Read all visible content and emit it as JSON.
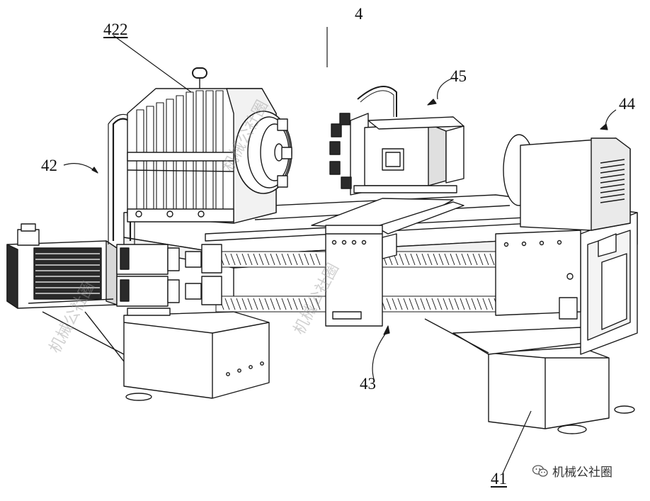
{
  "figure": {
    "labels": {
      "assembly": "4",
      "spindle_box": "422",
      "drive": "42",
      "turret": "45",
      "tailstock": "44",
      "slide": "43",
      "base": "41"
    },
    "watermarks": {
      "diagonal": "机械公社圈",
      "brand": "机械公社圈"
    }
  },
  "colors": {
    "line": "#1a1a1a",
    "fill_light": "#ffffff",
    "fill_mid": "#e8e8e8",
    "fill_dark": "#2a2a2a"
  }
}
